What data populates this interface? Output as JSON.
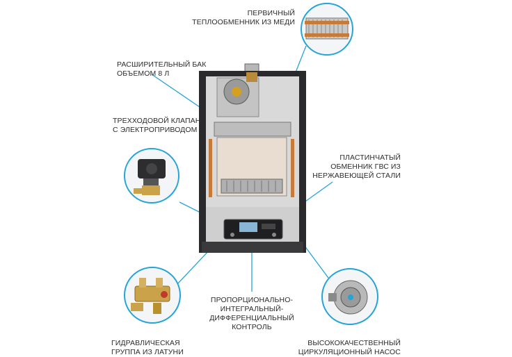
{
  "callouts": {
    "heat_exchanger": [
      "ПЕРВИЧНЫЙ",
      "ТЕПЛООБМЕННИК ИЗ МЕДИ"
    ],
    "expansion_tank": [
      "РАСШИРИТЕЛЬНЫЙ БАК",
      "ОБЪЕМОМ 8 Л"
    ],
    "three_way_valve": [
      "ТРЕХХОДОВОЙ КЛАПАН",
      "С ЭЛЕКТРОПРИВОДОМ"
    ],
    "plate_exchanger": [
      "ПЛАСТИНЧАТЫЙ",
      "ОБМЕННИК ГВС ИЗ",
      "НЕРЖАВЕЮЩЕЙ СТАЛИ"
    ],
    "pid_control": [
      "ПРОПОРЦИОНАЛЬНО-",
      "ИНТЕГРАЛЬНЫЙ-",
      "ДИФФЕРЕНЦИАЛЬНЫЙ",
      "КОНТРОЛЬ"
    ],
    "hydraulic_group": [
      "ГИДРАВЛИЧЕСКАЯ",
      "ГРУППА ИЗ ЛАТУНИ"
    ],
    "circulation_pump": [
      "ВЫСОКОКАЧЕСТВЕННЫЙ",
      "ЦИРКУЛЯЦИОННЫЙ НАСОС"
    ]
  },
  "colors": {
    "accent": "#24a4d8",
    "text": "#2b2b2b",
    "boiler_dark": "#2a2a2c"
  },
  "icons": [
    "heat-exchanger-icon",
    "valve-motor-icon",
    "brass-group-icon",
    "pump-icon"
  ]
}
